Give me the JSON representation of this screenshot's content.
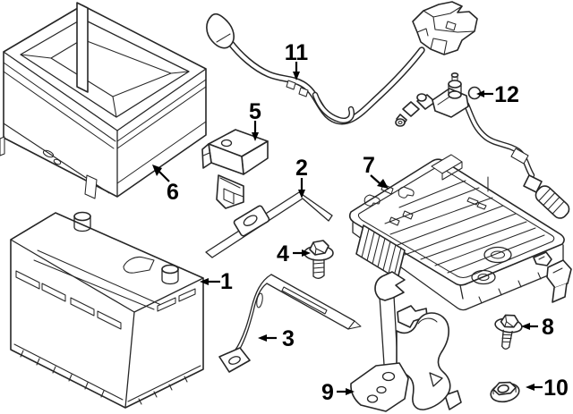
{
  "diagram": {
    "colors": {
      "background": "#ffffff",
      "line": "#262626",
      "label": "#000000"
    },
    "callouts": [
      {
        "label": "1",
        "part": "battery",
        "arrow": "left"
      },
      {
        "label": "2",
        "part": "support-rod-bracket",
        "arrow": "down"
      },
      {
        "label": "3",
        "part": "battery-hold-down-strap",
        "arrow": "left"
      },
      {
        "label": "4",
        "part": "hold-down-bolt",
        "arrow": "right"
      },
      {
        "label": "5",
        "part": "fuse-holder-bracket",
        "arrow": "down"
      },
      {
        "label": "6",
        "part": "battery-cover-box",
        "arrow": "up-left"
      },
      {
        "label": "7",
        "part": "battery-tray",
        "arrow": "down-right"
      },
      {
        "label": "8",
        "part": "tray-mounting-bolt",
        "arrow": "left"
      },
      {
        "label": "9",
        "part": "support-bracket",
        "arrow": "right"
      },
      {
        "label": "10",
        "part": "flange-nut",
        "arrow": "left"
      },
      {
        "label": "11",
        "part": "positive-battery-cable",
        "arrow": "down"
      },
      {
        "label": "12",
        "part": "negative-battery-cable",
        "arrow": "left"
      }
    ]
  }
}
